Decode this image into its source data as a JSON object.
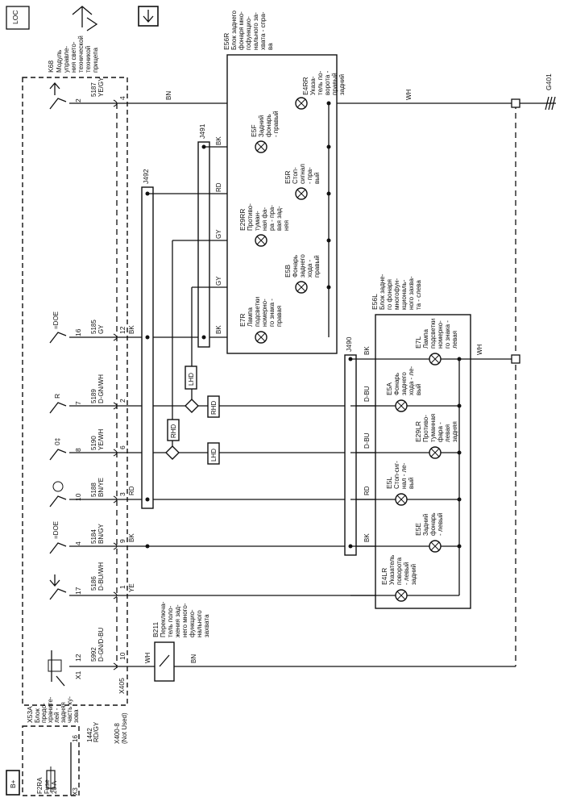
{
  "header": {
    "loc_icon": "LOC",
    "service_icon": "service-arrows-icon",
    "down_icon": "down-arrow-icon"
  },
  "bplus": "B+",
  "x53a": {
    "title": "X53A",
    "desc": [
      "Блок",
      "предо-",
      "храните-",
      "лей -",
      "задняя",
      "часть ку-",
      "зова"
    ],
    "fuse": [
      "F2RA",
      "Fuse",
      "20 A"
    ],
    "pin": "16",
    "conn": "X3",
    "circuit": "1442",
    "color": "RD/GY"
  },
  "x400": [
    "X400-8",
    "(Not Used)"
  ],
  "k68": {
    "title": "K68",
    "desc": [
      "Модуль",
      "управле-",
      "ния свето-",
      "технической",
      "техникой",
      "прицепа"
    ]
  },
  "pins": [
    {
      "pin": "2",
      "circuit": "5187",
      "color": "YE/GY",
      "term": "4"
    },
    {
      "pin": "16",
      "circuit": "5185",
      "color": "GY",
      "term": "12"
    },
    {
      "pin": "7",
      "circuit": "5189",
      "color": "D-GN/WH",
      "term": "2"
    },
    {
      "pin": "8",
      "circuit": "5190",
      "color": "YE/WH",
      "term": "6"
    },
    {
      "pin": "10",
      "circuit": "5188",
      "color": "BN/YE",
      "term": "3"
    },
    {
      "pin": "4",
      "circuit": "5184",
      "color": "BN/GY",
      "term": "9"
    },
    {
      "pin": "17",
      "circuit": "5186",
      "color": "D-BU/WH",
      "term": "1"
    },
    {
      "pin": "12",
      "circuit": "5992",
      "color": "D-GN/D-BU",
      "term": "10"
    }
  ],
  "x1": "X1",
  "x405": "X405",
  "b211": {
    "title": "B211",
    "desc": [
      "Переключа-",
      "тель поло-",
      "жения зад-",
      "него много-",
      "функцио-",
      "нального",
      "захвата"
    ]
  },
  "wire_colors": {
    "bn": "BN",
    "wh": "WH",
    "bk": "BK",
    "rd": "RD",
    "gy": "GY",
    "ye": "YE",
    "dbu": "D-BU"
  },
  "splices": {
    "j491": "J491",
    "j492": "J492",
    "j490": "J490"
  },
  "rhd": "RHD",
  "lhd": "LHD",
  "g401": "G401",
  "e56r": {
    "title": "E56R",
    "desc": [
      "Блок заднего",
      "фонаря мно-",
      "гофункцио-",
      "нального за-",
      "хвата - спра-",
      "ва"
    ]
  },
  "e56l": {
    "title": "E56L",
    "desc": [
      "Блок задне-",
      "го фонаря",
      "многофун-",
      "кциональ-",
      "ного захва-",
      "та - слева"
    ]
  },
  "lamps_right": [
    {
      "id": "E4RR",
      "desc": [
        "Указа-",
        "тель по-",
        "ворота -",
        "правый",
        "задний"
      ]
    },
    {
      "id": "E5F",
      "desc": [
        "Задний",
        "фонарь",
        "- правый"
      ]
    },
    {
      "id": "E5R",
      "desc": [
        "Стоп-",
        "сигнал",
        "- пра-",
        "вый"
      ]
    },
    {
      "id": "E29RR",
      "desc": [
        "Противо-",
        "туман-",
        "ная фа-",
        "ра - пра-",
        "вая зад-",
        "няя"
      ]
    },
    {
      "id": "E5B",
      "desc": [
        "Фонарь",
        "заднего",
        "хода -",
        "правый"
      ]
    },
    {
      "id": "E7R",
      "desc": [
        "Лампа",
        "подсветки",
        "номерно-",
        "го знака -",
        "правая"
      ]
    }
  ],
  "lamps_left": [
    {
      "id": "E7L",
      "desc": [
        "Лампа",
        "подсветки",
        "номерно-",
        "го знака -",
        "левая"
      ]
    },
    {
      "id": "E5A",
      "desc": [
        "Фонарь",
        "заднего",
        "хода - ле-",
        "вый"
      ]
    },
    {
      "id": "E29LR",
      "desc": [
        "Противо-",
        "туманная",
        "фара -",
        "левая",
        "задняя"
      ]
    },
    {
      "id": "E5L",
      "desc": [
        "Стоп-сиг-",
        "нал - ле-",
        "вый"
      ]
    },
    {
      "id": "E5E",
      "desc": [
        "Задний",
        "фонарь",
        "- левый"
      ]
    },
    {
      "id": "E4LR",
      "desc": [
        "Указатель",
        "поворота",
        "- левый",
        "задний"
      ]
    }
  ]
}
